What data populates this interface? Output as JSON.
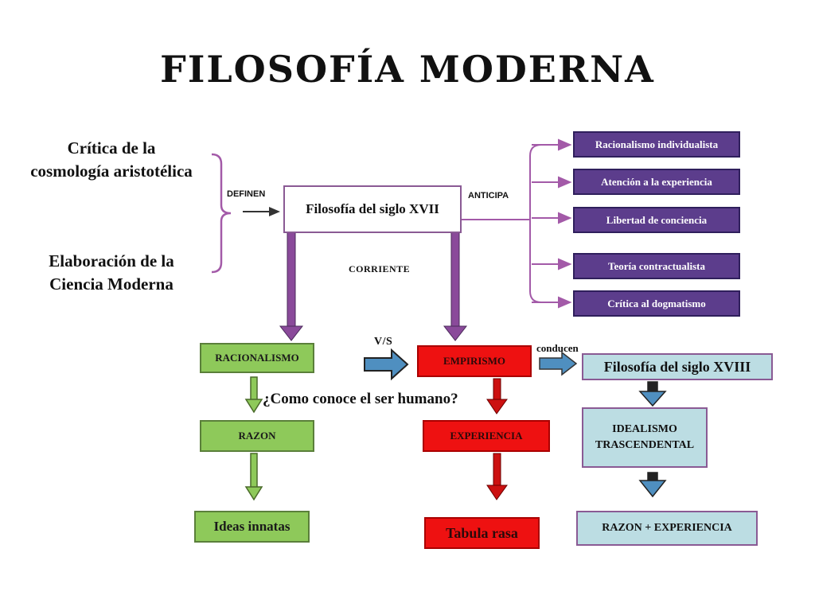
{
  "title": "FILOSOFÍA MODERNA",
  "left": {
    "top_text": "Crítica de la\ncosmología aristotélica",
    "bottom_text": "Elaboración de la\nCiencia Moderna"
  },
  "labels": {
    "definen": "DEFINEN",
    "anticipa": "ANTICIPA",
    "corriente": "CORRIENTE",
    "vs": "V/S",
    "conducen": "conducen",
    "question": "¿Como conoce el ser humano?"
  },
  "center": {
    "xvii": "Filosofía del siglo XVII"
  },
  "anticipations": [
    "Racionalismo individualista",
    "Atención a la experiencia",
    "Libertad de conciencia",
    "Teoría contractualista",
    "Crítica al dogmatismo"
  ],
  "racionalismo": {
    "title": "RACIONALISMO",
    "step": "RAZON",
    "result": "Ideas innatas"
  },
  "empirismo": {
    "title": "EMPIRISMO",
    "step": "EXPERIENCIA",
    "result": "Tabula rasa"
  },
  "xviii": {
    "title": "Filosofía del siglo XVIII",
    "step": "IDEALISMO\nTRASCENDENTAL",
    "result": "RAZON + EXPERIENCIA"
  },
  "colors": {
    "purple": "#5c3d8c",
    "green": "#8ec95a",
    "red": "#ee1111",
    "blue": "#bcdde3",
    "arrow_purple": "#8a4a9a"
  }
}
